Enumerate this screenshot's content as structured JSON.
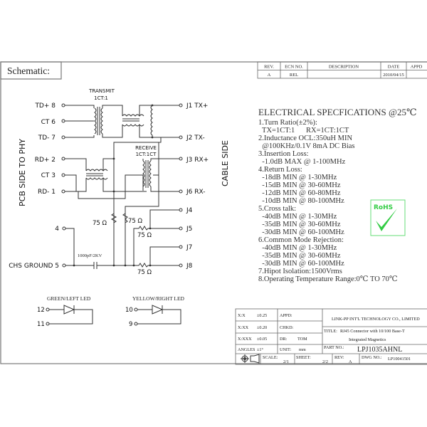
{
  "header": {
    "section_title": "Schematic:"
  },
  "revision_table": {
    "headers": [
      "REV.",
      "ECN NO.",
      "DESCRIPTION",
      "DATE",
      "APPD"
    ],
    "row": [
      "A",
      "REL",
      "",
      "2010/04/15",
      ""
    ]
  },
  "schematic": {
    "side_left": "PCB SIDE TO PHY",
    "side_right": "CABLE SIDE",
    "transmit_label": "TRANSMIT",
    "transmit_ratio": "1CT:1",
    "receive_label": "RECEIVE",
    "receive_ratio": "1CT:1CT",
    "left_pins": [
      "TD+ 8",
      "CT 6",
      "TD- 7",
      "RD+ 2",
      "CT 3",
      "RD- 1",
      "4",
      "CHS GROUND 5"
    ],
    "right_pins": [
      "J1 TX+",
      "J2 TX-",
      "J3 RX+",
      "J6 RX-",
      "J4",
      "J5",
      "J7",
      "J8"
    ],
    "resistors": [
      "75 Ω",
      "75 Ω",
      "75 Ω",
      "75 Ω"
    ],
    "capacitor": "1000pF/2KV",
    "leds": [
      {
        "title": "GREEN/LEFT LED",
        "pins": [
          "12",
          "11"
        ]
      },
      {
        "title": "YELLOW/RIGHT LED",
        "pins": [
          "10",
          "9"
        ]
      }
    ]
  },
  "specs": {
    "title": "ELECTRICAL SPECFICATIONS @25℃",
    "lines": [
      "1.Turn Ratio(±2%):",
      "  TX=1CT:1      RX=1CT:1CT",
      "2.Inductance OCL:350uH MIN",
      "  @100KHz/0.1V 8mA DC Bias",
      "3.Insertion Loss:",
      "  -1.0dB MAX @ 1-100MHz",
      "4.Return Loss:",
      "  -18dB MIN @ 1-30MHz",
      "  -15dB MIN @ 30-60MHz",
      "  -12dB MIN @ 60-80MHz",
      "  -10dB MIN @ 80-100MHz",
      "5.Cross talk:",
      "  -40dB MIN @ 1-30MHz",
      "  -35dB MIN @ 30-60MHz",
      "  -30dB MIN @ 60-100MHz",
      "6.Common Mode Rejection:",
      "  -40dB MIN @ 1-30MHz",
      "  -35dB MIN @ 30-60MHz",
      "  -30dB MIN @ 60-100MHz",
      "7.Hipot Isolation:1500Vrms",
      "8.Operating Temperature Range:0℃ TO 70℃"
    ],
    "rohs_badge": "RoHS",
    "rohs_color": "#33cc44"
  },
  "title_block": {
    "tolerances": [
      {
        "label": "X:X",
        "value": "±0.25"
      },
      {
        "label": "X:XX",
        "value": "±0.20"
      },
      {
        "label": "X:XXX",
        "value": "±0.05"
      },
      {
        "label": "ANGLES",
        "value": "±1°"
      }
    ],
    "appd_label": "APPD:",
    "chkd_label": "CHKD:",
    "dr_label": "DR:",
    "dr_value": "TOM",
    "unit_label": "UNIT:",
    "unit_value": "mm",
    "company": "LINK-PP INT'L TECHNOLOGY CO., LIMITED",
    "title_label": "TITLE:",
    "title_line1": "RJ45 Connector with 10/100 Base-T",
    "title_line2": "Integrated Magnetics",
    "part_label": "PART NO.:",
    "part_value": "LPJ1035AHNL",
    "scale_label": "SCALE:",
    "scale_value": "2/1",
    "sheet_label": "SHEET:",
    "sheet_value": "2/2",
    "rev_label": "REV:",
    "rev_value": "A",
    "dwg_label": "DWG NO.:",
    "dwg_value": "LP10041501"
  }
}
